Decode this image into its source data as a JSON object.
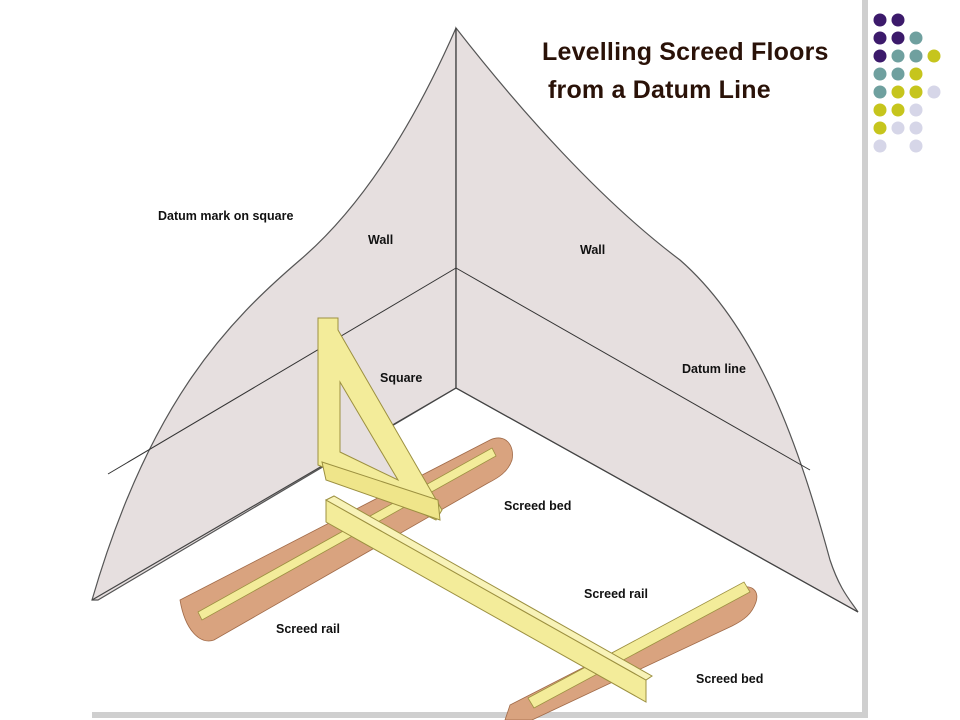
{
  "title": {
    "line1": "Levelling Screed Floors",
    "line2": "from a Datum Line"
  },
  "labels": {
    "datum_mark": "Datum mark on square",
    "wall_left": "Wall",
    "wall_right": "Wall",
    "square": "Square",
    "datum_line": "Datum line",
    "screed_bed_upper": "Screed bed",
    "screed_rail_right": "Screed rail",
    "screed_rail_left": "Screed rail",
    "screed_bed_lower": "Screed bed"
  },
  "colors": {
    "wall": "#e6dfdf",
    "screed_bed": "#d9a37f",
    "timber": "#f3ec9a",
    "timber_edge": "#9c9040",
    "dot_purple": "#3c1a6b",
    "dot_teal": "#6fa09f",
    "dot_yellow": "#c6c51d",
    "dot_lavender": "#d6d6e8"
  }
}
